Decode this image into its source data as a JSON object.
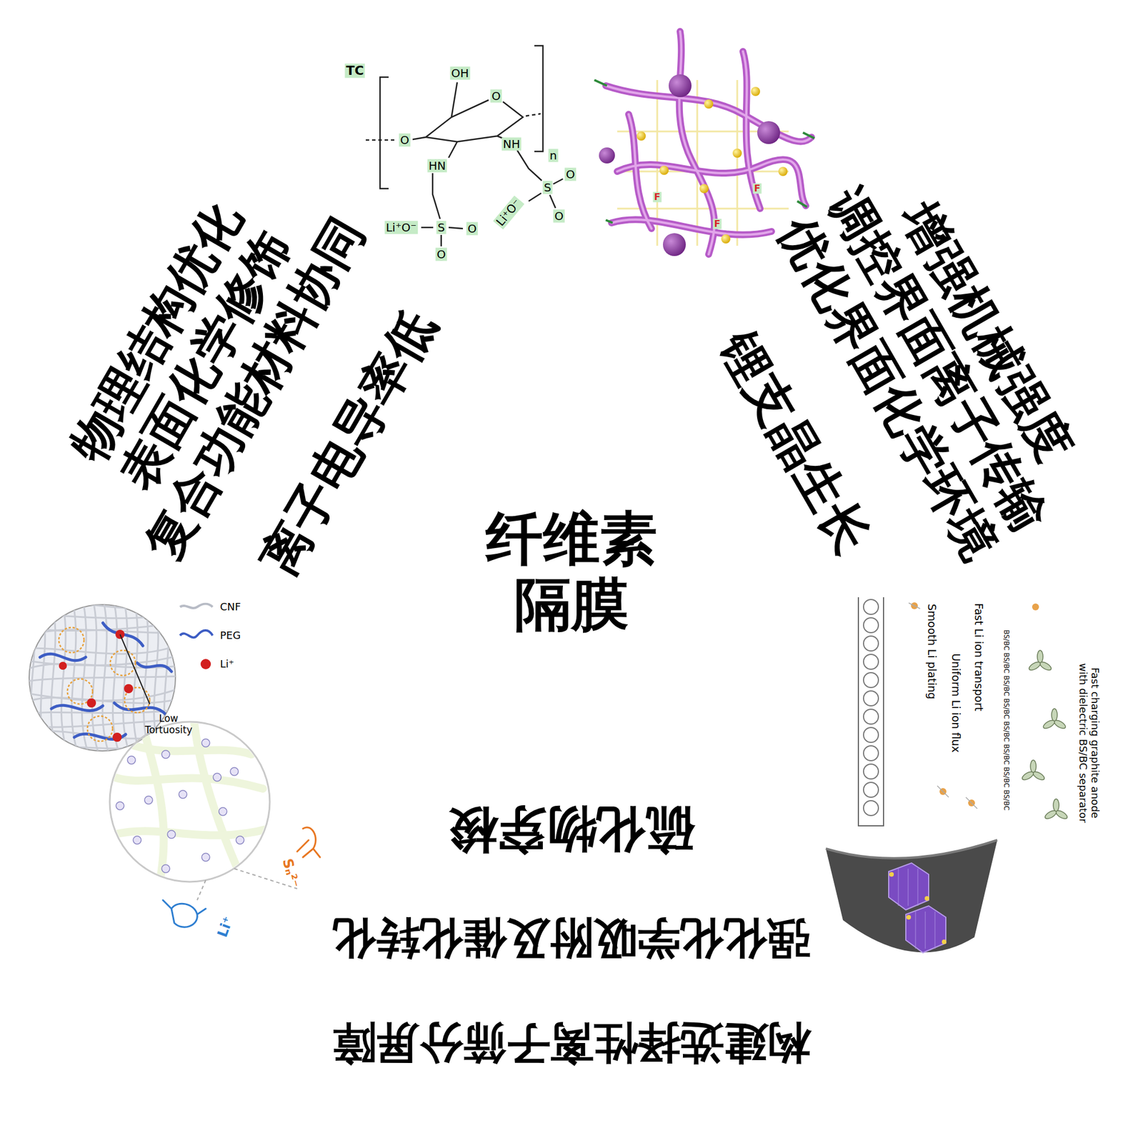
{
  "diagram": {
    "nodes": [
      {
        "text": [
          "物理结构优化",
          "表面化学修饰",
          "复合功能材料协同",
          "增强机械强度",
          "调控界面离子传输",
          "优化界面化学环境",
          "强化化学吸附及催化转化",
          "构建选择性离子筛分屏障"
        ]
      },
      {
        "text": [
          "离子电导率低"
        ],
        "in": 0
      },
      {
        "text": [
          "锂支晶生长"
        ],
        "in": 0
      },
      {
        "text": [
          "硫化物穿梭"
        ],
        "in": 0
      },
      {
        "text": [
          "纤维素 隔膜"
        ],
        "in": 0
      }
    ],
    "labels": [
      "TC",
      "OH",
      "O",
      "O",
      "HN",
      "NH",
      "n",
      "Li⁺O⁻",
      "S",
      "O",
      "O",
      "Li⁺O⁻",
      "S",
      "O",
      "O",
      "F",
      "F",
      "F",
      "Low Tortuosity",
      "Sₙ²⁻",
      "Li⁺",
      "Smooth Li plating",
      "Fast Li ion transport",
      "Uniform Li ion flux",
      "Fast charging graphite anode with dielectric BS/BC separator",
      "BS/BC",
      "BS/BC",
      "BS/BC",
      "BS/BC",
      "BS/BC",
      "BS/BC",
      "BS/BC",
      "BS/BC"
    ],
    "legend": [
      {
        "text": "CNF"
      },
      {
        "text": "PEG"
      },
      {
        "text": "Li⁺"
      }
    ]
  }
}
